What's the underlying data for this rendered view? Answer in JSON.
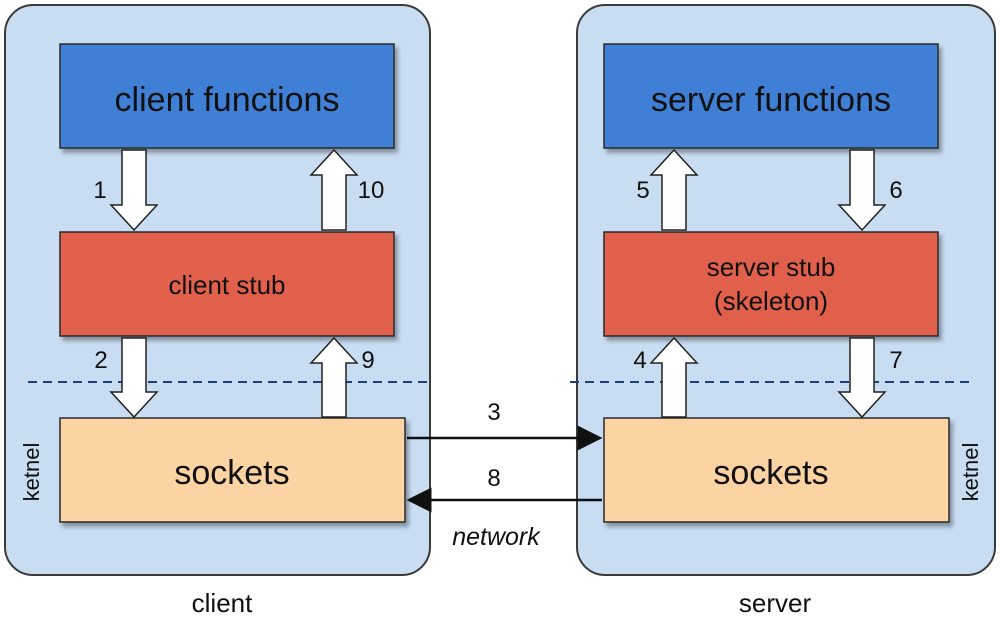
{
  "client": {
    "title": "client",
    "functions": "client functions",
    "stub_lines": [
      "client stub"
    ],
    "sockets": "sockets",
    "kernel": "ketnel"
  },
  "server": {
    "title": "server",
    "functions": "server functions",
    "stub_lines": [
      "server stub",
      "(skeleton)"
    ],
    "sockets": "sockets",
    "kernel": "ketnel"
  },
  "steps": {
    "s1": "1",
    "s2": "2",
    "s3": "3",
    "s4": "4",
    "s5": "5",
    "s6": "6",
    "s7": "7",
    "s8": "8",
    "s9": "9",
    "s10": "10"
  },
  "network_label": "network",
  "colors": {
    "panel_fill": "#c8dcf2",
    "panel_stroke": "#3a3a3a",
    "functions_fill": "#3f7fd6",
    "stub_fill": "#e0604c",
    "sockets_fill": "#fcd3a3",
    "dashed_line": "#1f3f7a"
  }
}
